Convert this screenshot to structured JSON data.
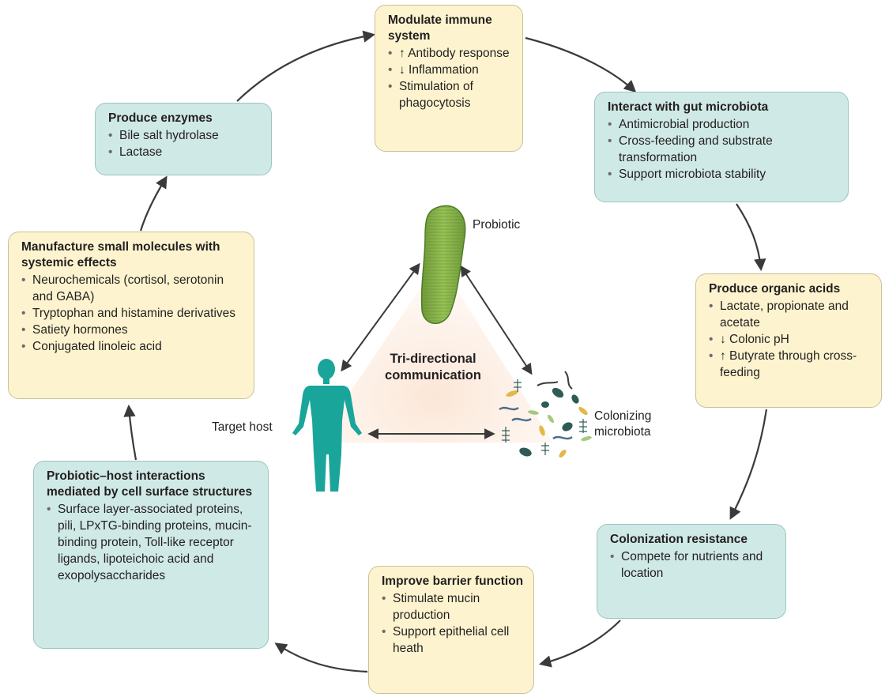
{
  "center": {
    "label": "Tri-directional communication",
    "probiotic": "Probiotic",
    "host": "Target host",
    "microbiota": "Colonizing microbiota"
  },
  "boxes": [
    {
      "id": "immune",
      "title": "Modulate immune system",
      "items": [
        "↑ Antibody response",
        "↓ Inflammation",
        "Stimulation of phagocytosis"
      ]
    },
    {
      "id": "gut",
      "title": "Interact with gut microbiota",
      "items": [
        "Antimicrobial production",
        "Cross-feeding and substrate transformation",
        "Support microbiota stability"
      ]
    },
    {
      "id": "acids",
      "title": "Produce organic acids",
      "items": [
        "Lactate, propionate and acetate",
        "↓ Colonic pH",
        "↑ Butyrate through cross-feeding"
      ]
    },
    {
      "id": "colonization",
      "title": "Colonization resistance",
      "items": [
        "Compete for nutrients and location"
      ]
    },
    {
      "id": "barrier",
      "title": "Improve barrier function",
      "items": [
        "Stimulate mucin production",
        "Support epithelial cell heath"
      ]
    },
    {
      "id": "surface",
      "title": "Probiotic–host interactions mediated by cell surface structures",
      "items": [
        "Surface layer-associated proteins, pili, LPxTG-binding proteins, mucin-binding protein, Toll-like receptor ligands, lipoteichoic acid and exopolysaccharides"
      ]
    },
    {
      "id": "molecules",
      "title": "Manufacture small molecules with systemic effects",
      "items": [
        "Neurochemicals (cortisol, serotonin and GABA)",
        "Tryptophan and histamine derivatives",
        "Satiety hormones",
        "Conjugated linoleic acid"
      ]
    },
    {
      "id": "enzymes",
      "title": "Produce enzymes",
      "items": [
        "Bile salt hydrolase",
        "Lactase"
      ]
    }
  ]
}
